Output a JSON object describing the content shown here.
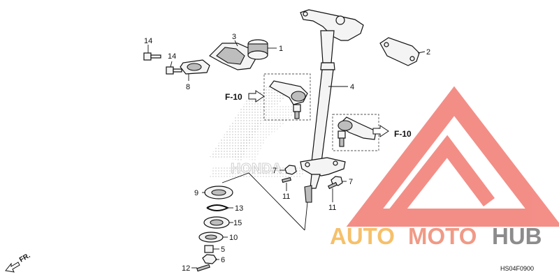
{
  "colors": {
    "watermark_triangle": "#f27b73",
    "watermark_auto": "#f6c06a",
    "watermark_moto": "#f09a86",
    "watermark_hub": "#8c8c8c",
    "line": "#111111"
  },
  "callouts": {
    "c1": "1",
    "c2": "2",
    "c3": "3",
    "c4": "4",
    "c5": "5",
    "c6": "6",
    "c7a": "7",
    "c7b": "7",
    "c8": "8",
    "c9": "9",
    "c10": "10",
    "c11a": "11",
    "c11b": "11",
    "c12": "12",
    "c13": "13",
    "c14a": "14",
    "c14b": "14",
    "c15": "15"
  },
  "refs": {
    "left": "F-10",
    "right": "F-10"
  },
  "direction": {
    "label": "FR."
  },
  "watermark": {
    "auto": "AUTO",
    "moto": "MOTO",
    "hub": "HUB",
    "background_logo": "HONDA"
  },
  "diagram_code": "HS04F0900"
}
